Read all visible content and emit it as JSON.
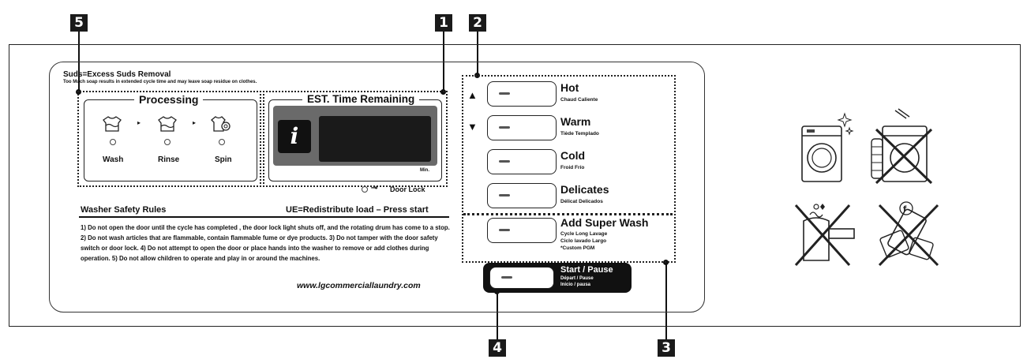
{
  "callouts": [
    "5",
    "1",
    "2",
    "4",
    "3"
  ],
  "header": {
    "suds_title": "Suds=Excess Suds Removal",
    "suds_note": "Too Much soap results in extended cycle time and may leave soap residue on clothes."
  },
  "processing": {
    "title": "Processing",
    "steps": [
      "Wash",
      "Rinse",
      "Spin"
    ]
  },
  "time": {
    "title": "EST. Time Remaining",
    "unit": "Min.",
    "info_glyph": "i"
  },
  "door_lock": "Door Lock",
  "safety": {
    "title": "Washer Safety Rules",
    "ue": "UE=Redistribute load – Press start",
    "text": "1) Do not open the door until the cycle has completed , the door lock light shuts off, and the rotating drum has come to a stop. 2) Do not wash articles that are flammable, contain flammable fume or dye products. 3) Do not tamper with the door safety switch or door lock. 4) Do not attempt to open the door or place hands into the washer to remove or add clothes during operation. 5) Do not allow children to operate and play in or around the machines.",
    "url": "www.lgcommerciallaundry.com"
  },
  "temps": [
    {
      "label": "Hot",
      "sub": "Chaud  Caliente"
    },
    {
      "label": "Warm",
      "sub": "Tiède  Templado"
    },
    {
      "label": "Cold",
      "sub": "Froid  Frío"
    },
    {
      "label": "Delicates",
      "sub": "Délicat  Delicados"
    }
  ],
  "super_wash": {
    "label": "Add Super Wash",
    "sub1": "Cycle Long Lavage",
    "sub2": "Ciclo lavado Largo",
    "sub3": "*Custom PGM"
  },
  "start": {
    "label": "Start / Pause",
    "sub1": "Départ / Pause",
    "sub2": "Inicio / pausa"
  },
  "arrows": {
    "up": "▲",
    "down": "▼"
  },
  "icons": [
    "washer-clean-icon",
    "no-loose-items-icon",
    "no-hot-liquid-icon",
    "no-phone-icon"
  ]
}
